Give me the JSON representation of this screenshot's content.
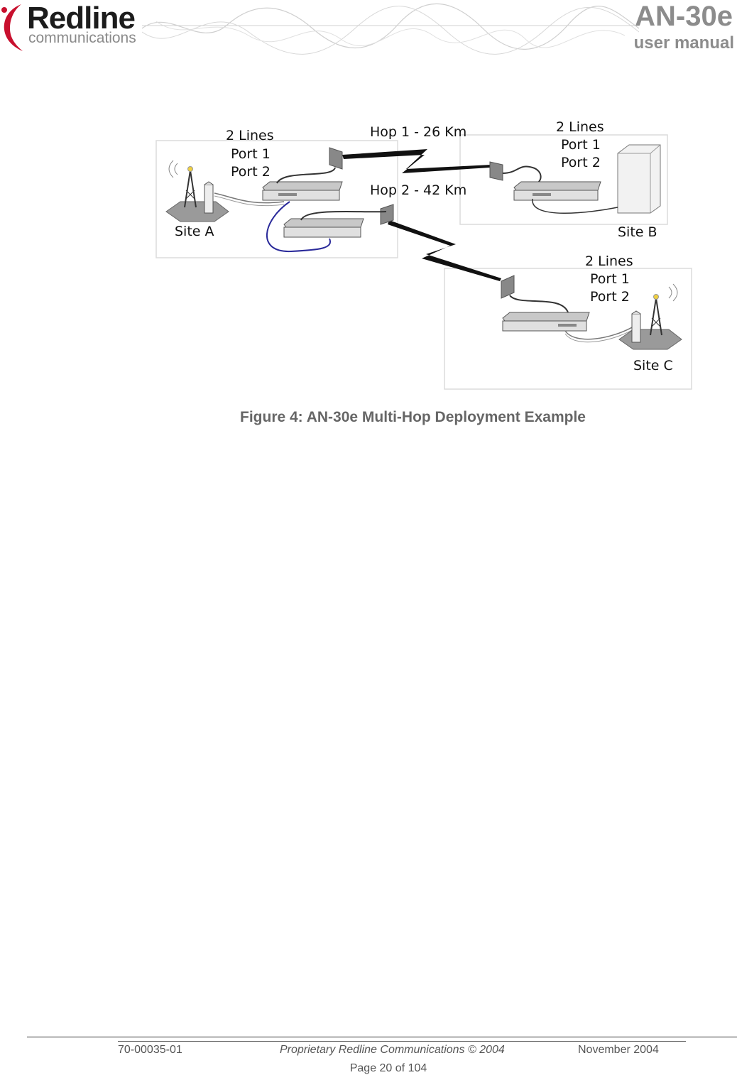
{
  "header": {
    "brand_name": "Redline",
    "brand_sub": "communications",
    "product_title": "AN-30e",
    "product_sub": "user manual"
  },
  "figure": {
    "site_a": {
      "lines": "2 Lines",
      "port1": "Port 1",
      "port2": "Port 2",
      "name": "Site A"
    },
    "site_b": {
      "lines": "2 Lines",
      "port1": "Port 1",
      "port2": "Port 2",
      "name": "Site B"
    },
    "site_c": {
      "lines": "2 Lines",
      "port1": "Port 1",
      "port2": "Port 2",
      "name": "Site C"
    },
    "hop1": "Hop 1 - 26 Km",
    "hop2": "Hop 2 - 42 Km",
    "caption": "Figure 4: AN-30e Multi-Hop Deployment Example"
  },
  "footer": {
    "doc_number": "70-00035-01",
    "proprietary": "Proprietary Redline Communications © 2004",
    "date": "November 2004",
    "page": "Page 20 of 104"
  }
}
